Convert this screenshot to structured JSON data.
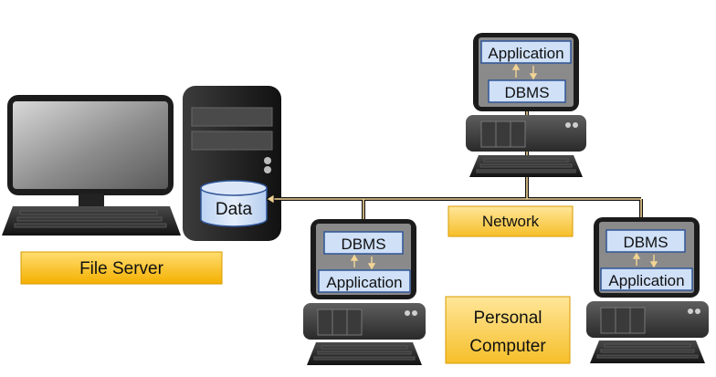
{
  "labels": {
    "file_server": "File Server",
    "network": "Network",
    "personal_computer_line1": "Personal",
    "personal_computer_line2": "Computer",
    "data": "Data"
  },
  "computers": [
    {
      "id": "top",
      "layers": [
        "Application",
        "DBMS"
      ]
    },
    {
      "id": "middle",
      "layers": [
        "DBMS",
        "Application"
      ]
    },
    {
      "id": "right",
      "layers": [
        "DBMS",
        "Application"
      ]
    }
  ],
  "colors": {
    "label_fill_top": "#ffd966",
    "label_fill_bottom": "#f5b400",
    "layer_box": "#cfe0f7",
    "layer_box_border": "#2f5597",
    "data_cylinder": "#cfe0f7",
    "network_line": "#e8c57a",
    "device_dark": "#1e1e1e"
  }
}
